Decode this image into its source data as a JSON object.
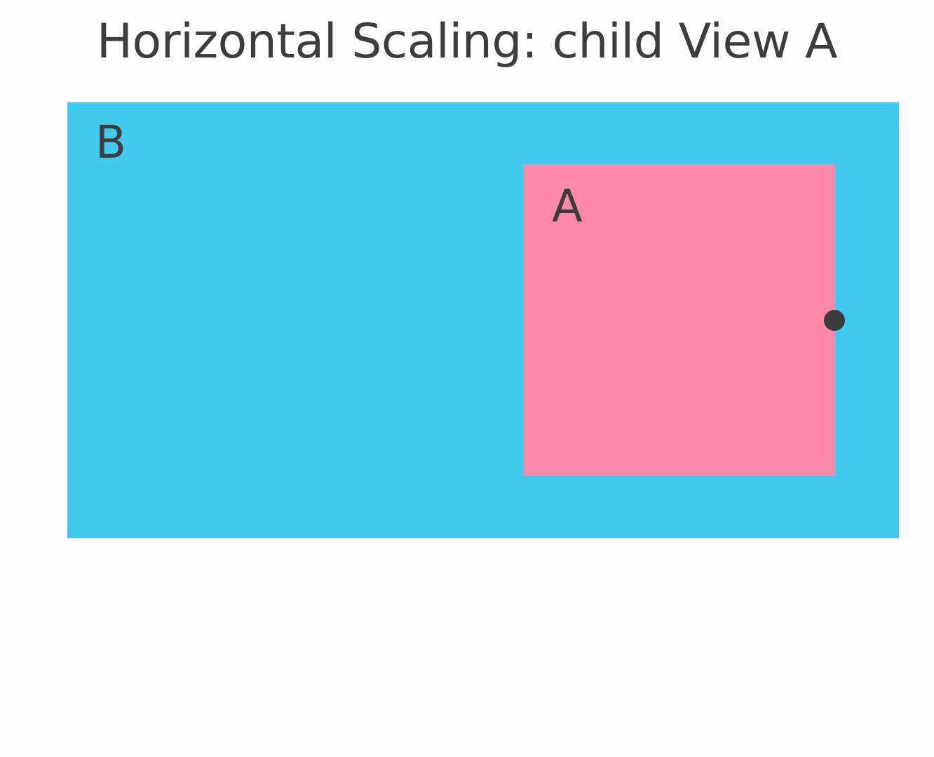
{
  "title": "Horizontal Scaling: child View A",
  "views": {
    "parent": {
      "label": "B",
      "color": "#44c9ef"
    },
    "child": {
      "label": "A",
      "color": "#fd88a8"
    }
  },
  "anchor": {
    "color": "#3d3d3d"
  }
}
